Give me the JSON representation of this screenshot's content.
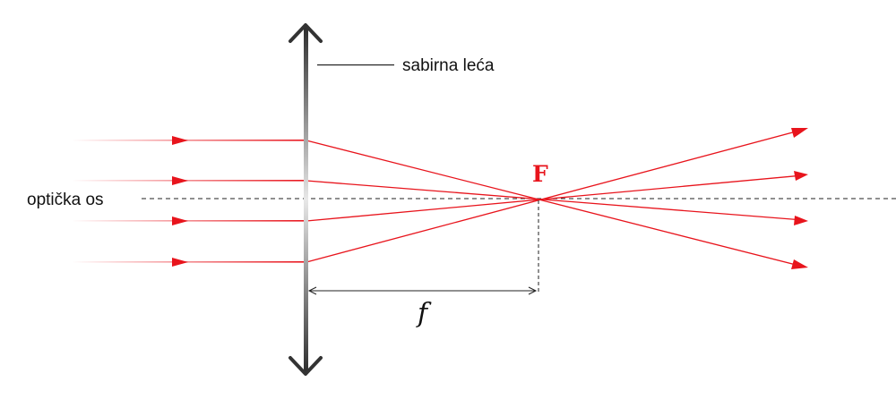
{
  "labels": {
    "lens": "sabirna leća",
    "axis": "optička os",
    "focal_point": "F",
    "focal_length": "f"
  },
  "rays": {
    "count": 4,
    "converge_at": "F"
  },
  "colors": {
    "ray": "#e8141c",
    "lens_dark": "#333333",
    "lens_light": "#e6e6e6",
    "axis": "#222222",
    "text": "#111111"
  }
}
